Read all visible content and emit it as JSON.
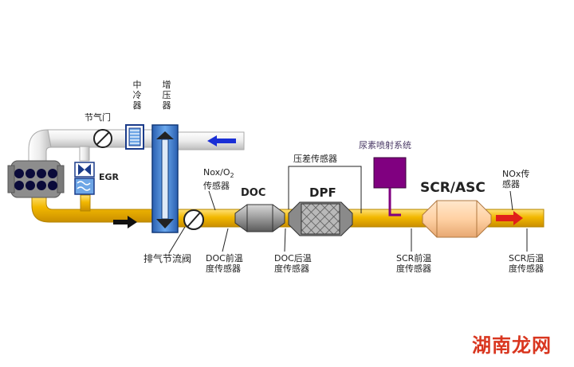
{
  "labels": {
    "intercooler": "中冷器",
    "turbo": "增压器",
    "throttle": "节气门",
    "egr": "EGR",
    "nox_o2_line1": "Nox/O",
    "nox_o2_sub": "2",
    "nox_o2_line2": "传感器",
    "doc": "DOC",
    "dpf": "DPF",
    "dp_sensor": "压差传感器",
    "urea_system": "尿素喷射系统",
    "scr_asc": "SCR/ASC",
    "nox_out_line1": "NOx传",
    "nox_out_line2": "感器",
    "exhaust_throttle": "排气节流阀",
    "doc_pre_line1": "DOC前温",
    "doc_pre_line2": "度传感器",
    "doc_post_line1": "DOC后温",
    "doc_post_line2": "度传感器",
    "scr_pre_line1": "SCR前温",
    "scr_pre_line2": "度传感器",
    "scr_post_line1": "SCR后温",
    "scr_post_line2": "度传感器",
    "watermark": "湖南龙网"
  },
  "colors": {
    "exhaust_pipe": "#f2b800",
    "intake_pipe": "#e8e8e8",
    "urea_unit": "#800080",
    "scr_body": "#ffd8b0",
    "flow_arrow_intake": "#1a2fd6",
    "flow_arrow_exhaust": "#111111",
    "flow_arrow_out": "#e0201a",
    "turbo_body": "#3a7fd0",
    "watermark": "#d9361f"
  }
}
